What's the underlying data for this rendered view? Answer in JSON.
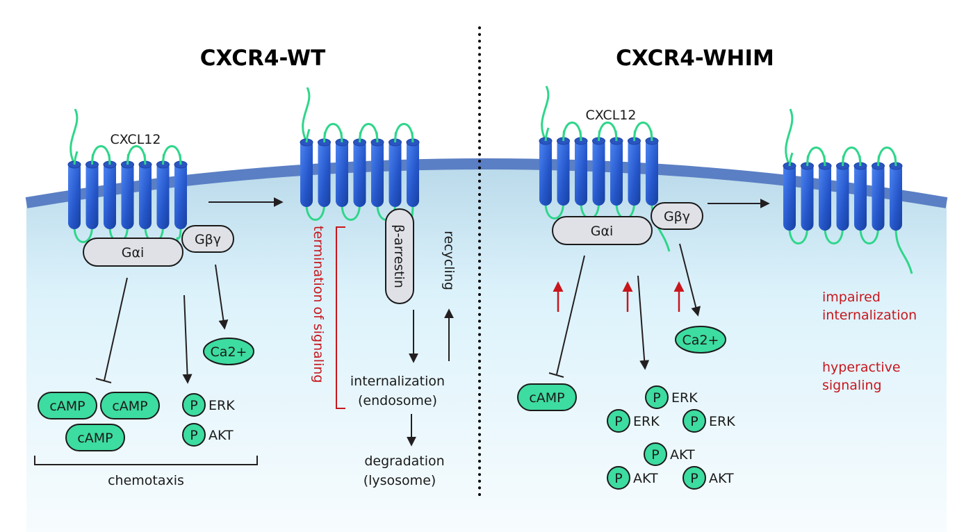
{
  "titles": {
    "left": "CXCR4-WT",
    "right": "CXCR4-WHIM"
  },
  "ligand": "CXCL12",
  "proteins": {
    "g_alpha_i": "Gαi",
    "g_beta_gamma": "Gβγ",
    "beta_arrestin": "β-arrestin"
  },
  "molecules": {
    "camp": "cAMP",
    "calcium": "Ca2+",
    "phospho": "P",
    "erk": "ERK",
    "akt": "AKT"
  },
  "wt": {
    "chemotaxis": "chemotaxis",
    "termination": "termination of signaling",
    "recycling": "recycling",
    "internalization": [
      "internalization",
      "(endosome)"
    ],
    "degradation": [
      "degradation",
      "(lysosome)"
    ]
  },
  "whim": {
    "impaired": [
      "impaired",
      "internalization"
    ],
    "hyperactive": [
      "hyperactive",
      "signaling"
    ]
  },
  "colors": {
    "helix": "#2f62d8",
    "loop": "#2ed68a",
    "membrane": "#5b7fc4",
    "cytoplasm": "#d8f1fa",
    "molecule_fill": "#3ddca0",
    "protein_fill": "#dfe1e6",
    "accent_red": "#c8161d"
  }
}
